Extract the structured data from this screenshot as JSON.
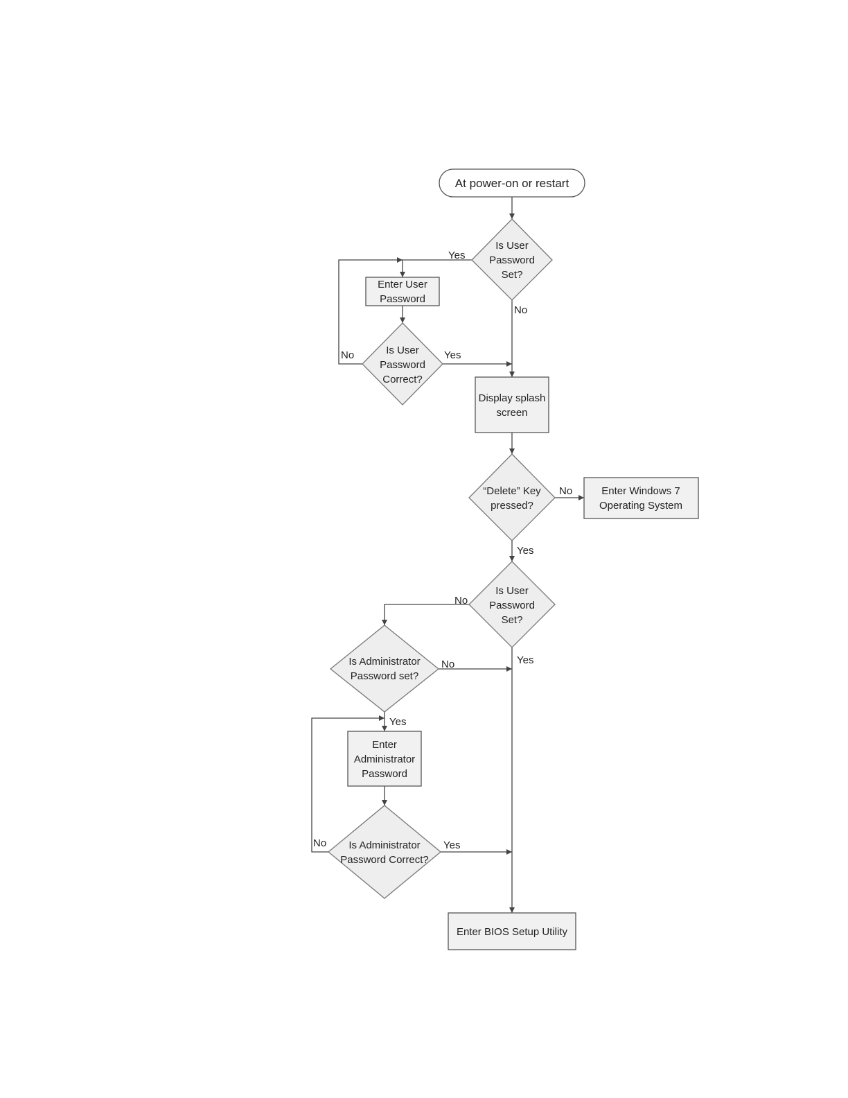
{
  "nodes": {
    "start": [
      "At power-on  or restart"
    ],
    "d_user_set_1": [
      "Is User",
      "Password",
      "Set?"
    ],
    "enter_user_pw": [
      "Enter User",
      "Password"
    ],
    "d_user_correct": [
      "Is User",
      "Password",
      "Correct?"
    ],
    "splash": [
      "Display splash",
      "screen"
    ],
    "d_delete": [
      "“Delete” Key",
      "pressed?"
    ],
    "windows": [
      "Enter Windows 7",
      "Operating System"
    ],
    "d_user_set_2": [
      "Is User",
      "Password",
      "Set?"
    ],
    "d_admin_set": [
      "Is Administrator",
      "Password set?"
    ],
    "enter_admin_pw": [
      "Enter",
      "Administrator",
      "Password"
    ],
    "d_admin_correct": [
      "Is Administrator",
      "Password Correct?"
    ],
    "bios": [
      "Enter BIOS Setup Utility"
    ]
  },
  "edge_labels": {
    "yes": "Yes",
    "no": "No"
  },
  "colors": {
    "stroke": "#555555",
    "box_fill": "#f1f1f1",
    "diamond_fill": "#eeeeee",
    "text": "#222222"
  }
}
